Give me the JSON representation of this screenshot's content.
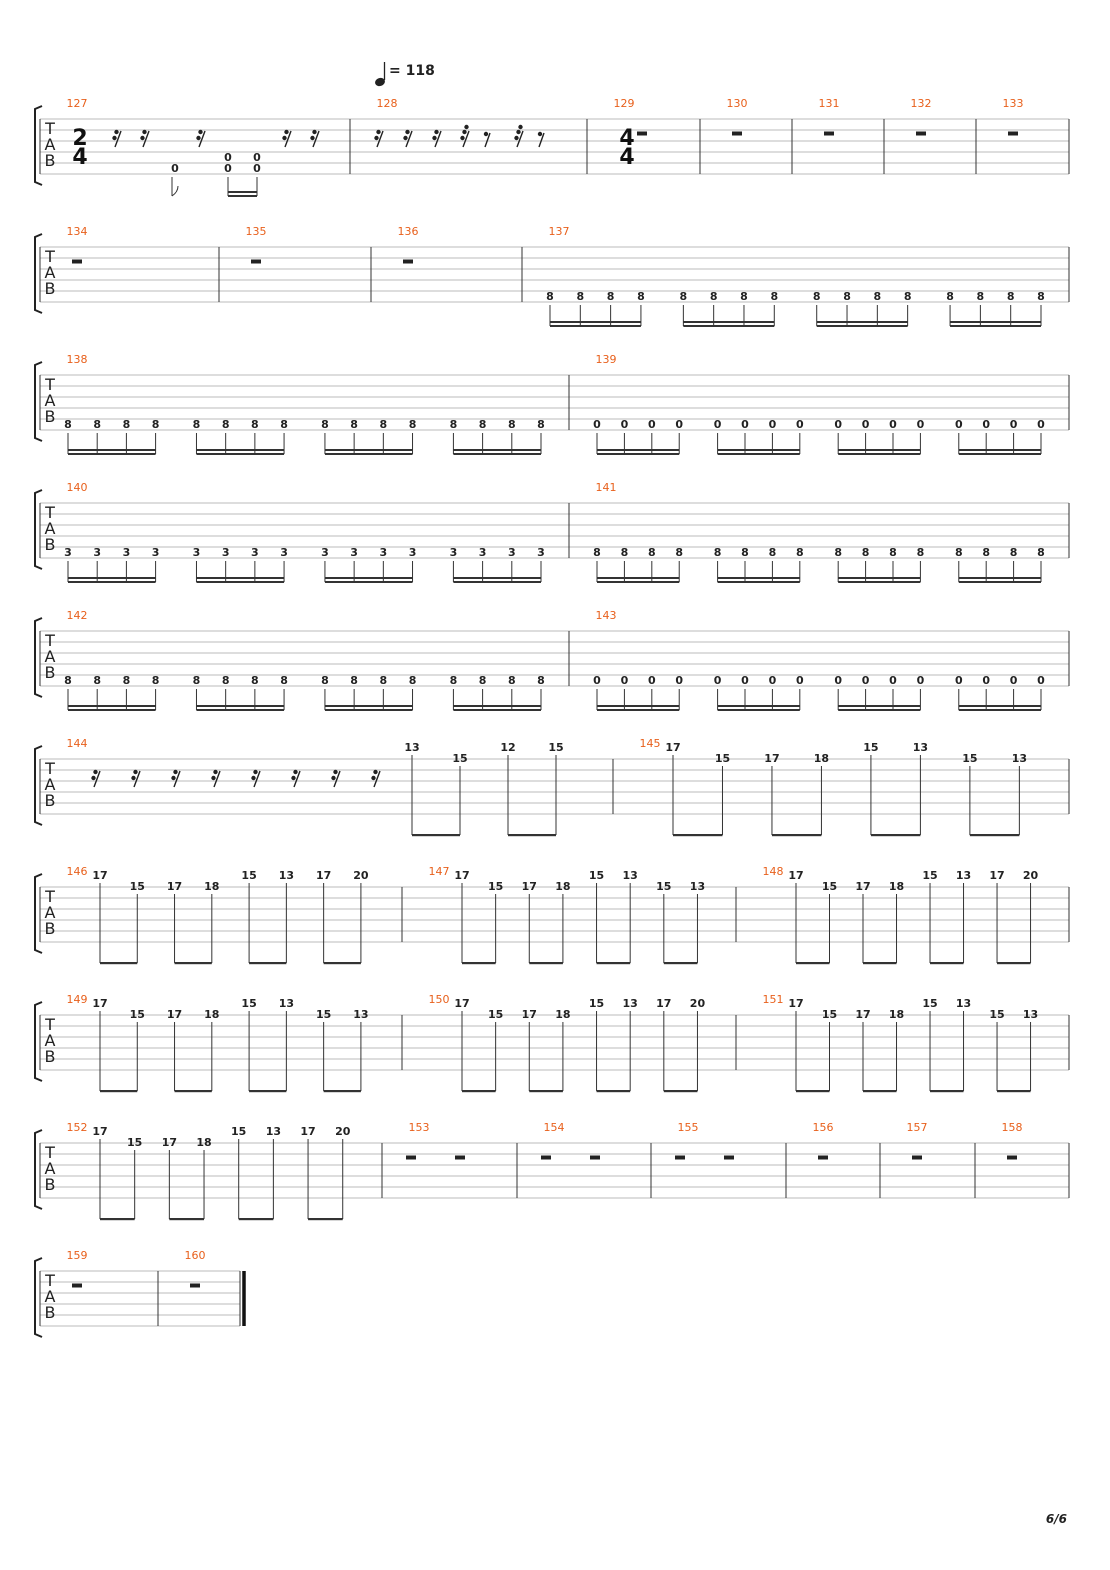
{
  "tempo": {
    "label": "= 118"
  },
  "page_number": "6/6",
  "tab_letters": [
    "T",
    "A",
    "B"
  ],
  "time_signatures": [
    {
      "measure": "127",
      "top": "2",
      "bottom": "4"
    },
    {
      "measure": "129",
      "top": "4",
      "bottom": "4"
    }
  ],
  "systems": [
    {
      "measures": [
        {
          "number": "127",
          "events": [
            {
              "type": "rest16"
            },
            {
              "type": "rest16"
            },
            {
              "type": "note",
              "string": 6,
              "fret": "0",
              "dur": "16"
            },
            {
              "type": "rest16"
            },
            {
              "type": "beam2",
              "string": 5,
              "frets": [
                "0",
                "0"
              ]
            },
            {
              "type": "beam2",
              "string": 6,
              "frets": [
                "0",
                "0"
              ]
            },
            {
              "type": "rest16"
            },
            {
              "type": "rest16"
            }
          ]
        },
        {
          "number": "128",
          "events": [
            {
              "type": "rest16"
            },
            {
              "type": "rest16"
            },
            {
              "type": "rest16"
            },
            {
              "type": "rest32"
            },
            {
              "type": "rest8"
            },
            {
              "type": "rest32"
            },
            {
              "type": "rest8"
            }
          ]
        },
        {
          "number": "129",
          "events": [
            {
              "type": "rest_whole"
            }
          ]
        },
        {
          "number": "130",
          "events": [
            {
              "type": "rest_whole"
            }
          ]
        },
        {
          "number": "131",
          "events": [
            {
              "type": "rest_whole"
            }
          ]
        },
        {
          "number": "132",
          "events": [
            {
              "type": "rest_whole"
            }
          ]
        },
        {
          "number": "133",
          "events": [
            {
              "type": "rest_whole"
            }
          ]
        }
      ]
    },
    {
      "measures": [
        {
          "number": "134",
          "events": [
            {
              "type": "rest_whole"
            }
          ]
        },
        {
          "number": "135",
          "events": [
            {
              "type": "rest_whole"
            }
          ]
        },
        {
          "number": "136",
          "events": [
            {
              "type": "rest_whole"
            }
          ]
        },
        {
          "number": "137",
          "events": [
            {
              "type": "sixteenths",
              "string": 6,
              "frets": [
                "8",
                "8",
                "8",
                "8",
                "8",
                "8",
                "8",
                "8",
                "8",
                "8",
                "8",
                "8",
                "8",
                "8",
                "8",
                "8"
              ]
            }
          ]
        }
      ]
    },
    {
      "measures": [
        {
          "number": "138",
          "events": [
            {
              "type": "sixteenths",
              "string": 6,
              "frets": [
                "8",
                "8",
                "8",
                "8",
                "8",
                "8",
                "8",
                "8",
                "8",
                "8",
                "8",
                "8",
                "8",
                "8",
                "8",
                "8"
              ]
            }
          ]
        },
        {
          "number": "139",
          "events": [
            {
              "type": "sixteenths",
              "string": 6,
              "frets": [
                "0",
                "0",
                "0",
                "0",
                "0",
                "0",
                "0",
                "0",
                "0",
                "0",
                "0",
                "0",
                "0",
                "0",
                "0",
                "0"
              ]
            }
          ]
        }
      ]
    },
    {
      "measures": [
        {
          "number": "140",
          "events": [
            {
              "type": "sixteenths",
              "string": 6,
              "frets": [
                "3",
                "3",
                "3",
                "3",
                "3",
                "3",
                "3",
                "3",
                "3",
                "3",
                "3",
                "3",
                "3",
                "3",
                "3",
                "3"
              ]
            }
          ]
        },
        {
          "number": "141",
          "events": [
            {
              "type": "sixteenths",
              "string": 6,
              "frets": [
                "8",
                "8",
                "8",
                "8",
                "8",
                "8",
                "8",
                "8",
                "8",
                "8",
                "8",
                "8",
                "8",
                "8",
                "8",
                "8"
              ]
            }
          ]
        }
      ]
    },
    {
      "measures": [
        {
          "number": "142",
          "events": [
            {
              "type": "sixteenths",
              "string": 6,
              "frets": [
                "8",
                "8",
                "8",
                "8",
                "8",
                "8",
                "8",
                "8",
                "8",
                "8",
                "8",
                "8",
                "8",
                "8",
                "8",
                "8"
              ]
            }
          ]
        },
        {
          "number": "143",
          "events": [
            {
              "type": "sixteenths",
              "string": 6,
              "frets": [
                "0",
                "0",
                "0",
                "0",
                "0",
                "0",
                "0",
                "0",
                "0",
                "0",
                "0",
                "0",
                "0",
                "0",
                "0",
                "0"
              ]
            }
          ]
        }
      ]
    },
    {
      "measures": [
        {
          "number": "144",
          "events": [
            {
              "type": "rests16",
              "count": 8
            },
            {
              "type": "eighths",
              "notes": [
                [
                  "13",
                  1
                ],
                [
                  "15",
                  2
                ],
                [
                  "12",
                  1
                ],
                [
                  "15",
                  1
                ]
              ]
            }
          ]
        },
        {
          "number": "145",
          "events": [
            {
              "type": "eighths",
              "notes": [
                [
                  "17",
                  1
                ],
                [
                  "15",
                  2
                ],
                [
                  "17",
                  2
                ],
                [
                  "18",
                  2
                ],
                [
                  "15",
                  1
                ],
                [
                  "13",
                  1
                ],
                [
                  "15",
                  2
                ],
                [
                  "13",
                  2
                ]
              ]
            }
          ]
        }
      ]
    },
    {
      "measures": [
        {
          "number": "146",
          "events": [
            {
              "type": "eighths",
              "notes": [
                [
                  "17",
                  1
                ],
                [
                  "15",
                  2
                ],
                [
                  "17",
                  2
                ],
                [
                  "18",
                  2
                ],
                [
                  "15",
                  1
                ],
                [
                  "13",
                  1
                ],
                [
                  "17",
                  1
                ],
                [
                  "20",
                  1
                ]
              ]
            }
          ]
        },
        {
          "number": "147",
          "events": [
            {
              "type": "eighths",
              "notes": [
                [
                  "17",
                  1
                ],
                [
                  "15",
                  2
                ],
                [
                  "17",
                  2
                ],
                [
                  "18",
                  2
                ],
                [
                  "15",
                  1
                ],
                [
                  "13",
                  1
                ],
                [
                  "15",
                  2
                ],
                [
                  "13",
                  2
                ]
              ]
            }
          ]
        },
        {
          "number": "148",
          "events": [
            {
              "type": "eighths",
              "notes": [
                [
                  "17",
                  1
                ],
                [
                  "15",
                  2
                ],
                [
                  "17",
                  2
                ],
                [
                  "18",
                  2
                ],
                [
                  "15",
                  1
                ],
                [
                  "13",
                  1
                ],
                [
                  "17",
                  1
                ],
                [
                  "20",
                  1
                ]
              ]
            }
          ]
        }
      ]
    },
    {
      "measures": [
        {
          "number": "149",
          "events": [
            {
              "type": "eighths",
              "notes": [
                [
                  "17",
                  1
                ],
                [
                  "15",
                  2
                ],
                [
                  "17",
                  2
                ],
                [
                  "18",
                  2
                ],
                [
                  "15",
                  1
                ],
                [
                  "13",
                  1
                ],
                [
                  "15",
                  2
                ],
                [
                  "13",
                  2
                ]
              ]
            }
          ]
        },
        {
          "number": "150",
          "events": [
            {
              "type": "eighths",
              "notes": [
                [
                  "17",
                  1
                ],
                [
                  "15",
                  2
                ],
                [
                  "17",
                  2
                ],
                [
                  "18",
                  2
                ],
                [
                  "15",
                  1
                ],
                [
                  "13",
                  1
                ],
                [
                  "17",
                  1
                ],
                [
                  "20",
                  1
                ]
              ]
            }
          ]
        },
        {
          "number": "151",
          "events": [
            {
              "type": "eighths",
              "notes": [
                [
                  "17",
                  1
                ],
                [
                  "15",
                  2
                ],
                [
                  "17",
                  2
                ],
                [
                  "18",
                  2
                ],
                [
                  "15",
                  1
                ],
                [
                  "13",
                  1
                ],
                [
                  "15",
                  2
                ],
                [
                  "13",
                  2
                ]
              ]
            }
          ]
        }
      ]
    },
    {
      "measures": [
        {
          "number": "152",
          "events": [
            {
              "type": "eighths",
              "notes": [
                [
                  "17",
                  1
                ],
                [
                  "15",
                  2
                ],
                [
                  "17",
                  2
                ],
                [
                  "18",
                  2
                ],
                [
                  "15",
                  1
                ],
                [
                  "13",
                  1
                ],
                [
                  "17",
                  1
                ],
                [
                  "20",
                  1
                ]
              ]
            }
          ]
        },
        {
          "number": "153",
          "events": [
            {
              "type": "rest_half"
            },
            {
              "type": "rest_half"
            }
          ]
        },
        {
          "number": "154",
          "events": [
            {
              "type": "rest_half"
            },
            {
              "type": "rest_half"
            }
          ]
        },
        {
          "number": "155",
          "events": [
            {
              "type": "rest_half"
            },
            {
              "type": "rest_half"
            }
          ]
        },
        {
          "number": "156",
          "events": [
            {
              "type": "rest_whole"
            }
          ]
        },
        {
          "number": "157",
          "events": [
            {
              "type": "rest_whole"
            }
          ]
        },
        {
          "number": "158",
          "events": [
            {
              "type": "rest_whole"
            }
          ]
        }
      ]
    },
    {
      "measures": [
        {
          "number": "159",
          "events": [
            {
              "type": "rest_whole"
            }
          ]
        },
        {
          "number": "160",
          "events": [
            {
              "type": "rest_whole"
            }
          ],
          "final": true
        }
      ]
    }
  ]
}
